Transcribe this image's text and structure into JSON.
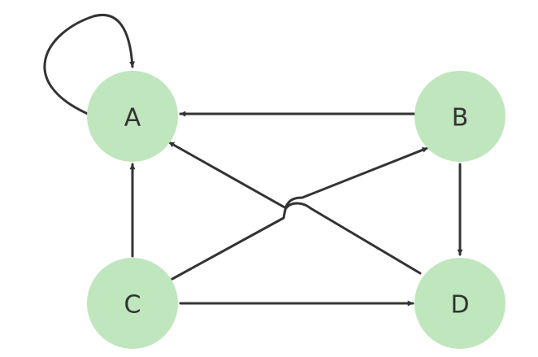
{
  "diagram": {
    "type": "directed-graph",
    "nodes": [
      {
        "id": "A",
        "label": "A"
      },
      {
        "id": "B",
        "label": "B"
      },
      {
        "id": "C",
        "label": "C"
      },
      {
        "id": "D",
        "label": "D"
      }
    ],
    "edges": [
      {
        "from": "A",
        "to": "A"
      },
      {
        "from": "B",
        "to": "A"
      },
      {
        "from": "C",
        "to": "A"
      },
      {
        "from": "D",
        "to": "A"
      },
      {
        "from": "C",
        "to": "B"
      },
      {
        "from": "B",
        "to": "D"
      },
      {
        "from": "C",
        "to": "D"
      }
    ]
  },
  "colors": {
    "node_fill": "#bfe6bd",
    "edge_stroke": "#333333",
    "label_text": "#333333"
  }
}
